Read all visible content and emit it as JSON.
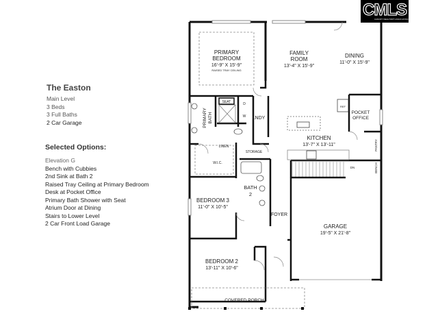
{
  "plan": {
    "title": "The Easton",
    "level": "Main Level",
    "beds": "3 Beds",
    "baths": "3 Full Baths",
    "garage": "2 Car Garage"
  },
  "options": {
    "title": "Selected Options:",
    "items": [
      "Elevation G",
      "Bench with Cubbies",
      "2nd Sink at Bath 2",
      "Raised Tray Ceiling at Primary Bedroom",
      "Desk at Pocket Office",
      "Primary Bath Shower with Seat",
      "Atrium Door at Dining",
      "Stairs to Lower Level",
      "2 Car Front Load Garage"
    ]
  },
  "logo": {
    "text": "CMLS",
    "subtitle": "CANOPY REALTOR® ASSOCIATION MLS"
  },
  "rooms": {
    "primary_bedroom": {
      "name1": "PRIMARY",
      "name2": "BEDROOM",
      "dims": "16'-9\" X 15'-9\"",
      "note": "RAISED TRAY CEILING"
    },
    "family_room": {
      "name1": "FAMILY",
      "name2": "ROOM",
      "dims": "13'-4\" X 15'-9\""
    },
    "dining": {
      "name": "DINING",
      "dims": "11'-0\" X 15'-9\""
    },
    "kitchen": {
      "name": "KITCHEN",
      "dims": "13'-7\" X 13'-11\""
    },
    "pocket_office": {
      "name1": "POCKET",
      "name2": "OFFICE"
    },
    "primary_bath": {
      "name1": "PRIMARY",
      "name2": "BATH"
    },
    "seat": "SEAT",
    "d": "D",
    "w": "W",
    "lndy": "LNDY",
    "linen": "LINEN",
    "wic": "W.I.C.",
    "storage": "STORAGE",
    "ref": "REF",
    "pantry": "PANTRY",
    "bench": "BENCH",
    "dn": "DN",
    "bath2": {
      "name1": "BATH",
      "name2": "2"
    },
    "bedroom3": {
      "name": "BEDROOM 3",
      "dims": "11'-0\" X 10'-5\""
    },
    "foyer": "FOYER",
    "garage": {
      "name": "GARAGE",
      "dims": "19'-5\" X 21'-8\""
    },
    "bedroom2": {
      "name": "BEDROOM 2",
      "dims": "13'-11\" X 10'-6\""
    },
    "covered_porch": "COVERED PORCH"
  }
}
